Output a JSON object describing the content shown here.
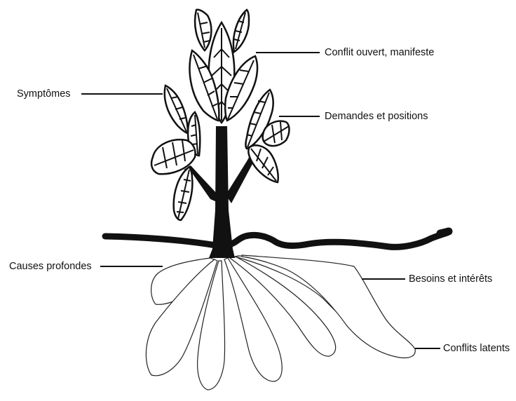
{
  "labels": {
    "symptomes": "Symptômes",
    "conflit_ouvert": "Conflit ouvert, manifeste",
    "demandes": "Demandes et positions",
    "causes": "Causes profondes",
    "besoins": "Besoins et intérêts",
    "conflits_latents": "Conflits latents"
  },
  "colors": {
    "ink": "#111111",
    "background": "#ffffff"
  }
}
